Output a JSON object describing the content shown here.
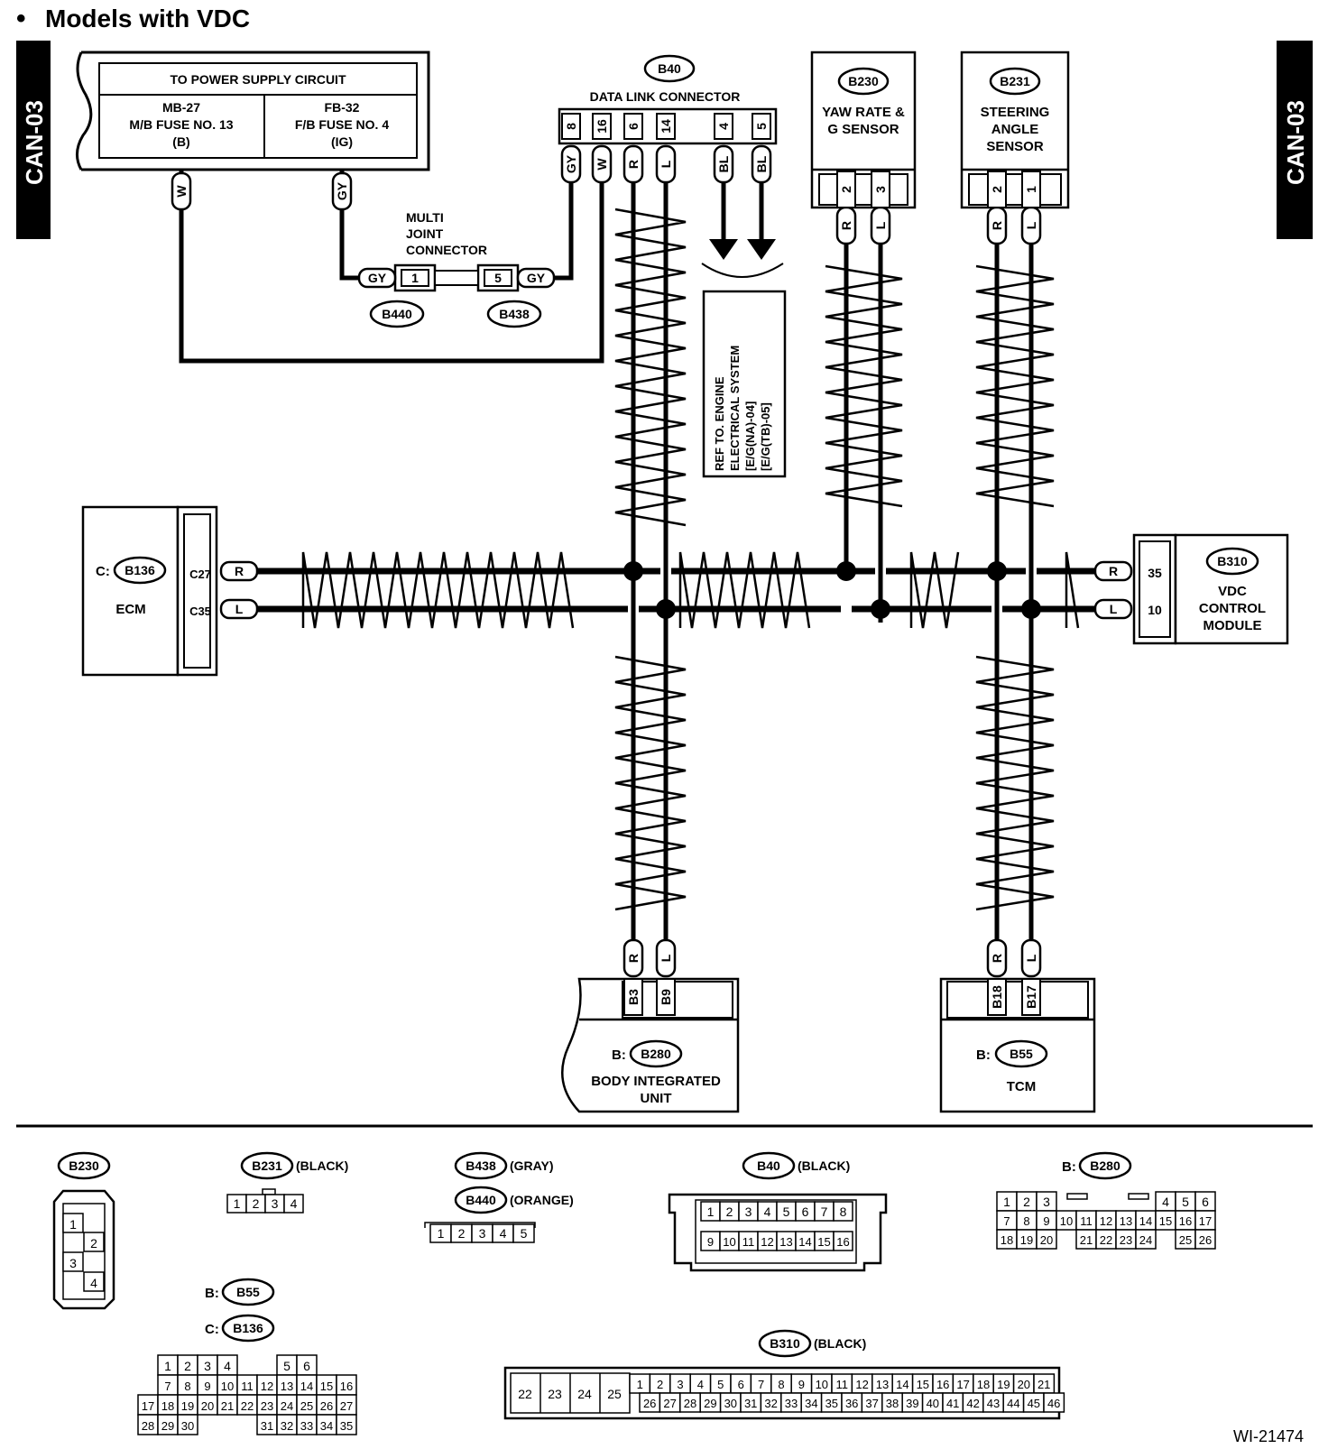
{
  "title": "Models with VDC",
  "bullet": "•",
  "side_tab": "CAN-03",
  "figure_id": "WI-21474",
  "power": {
    "header": "TO POWER SUPPLY CIRCUIT",
    "left": [
      "MB-27",
      "M/B FUSE NO. 13",
      "(B)"
    ],
    "right": [
      "FB-32",
      "F/B FUSE NO. 4",
      "(IG)"
    ]
  },
  "wires": {
    "W": "W",
    "GY": "GY",
    "R": "R",
    "L": "L",
    "BL": "BL"
  },
  "joint": {
    "label": [
      "MULTI",
      "JOINT",
      "CONNECTOR"
    ],
    "pin_left": "1",
    "pin_right": "5",
    "conn_left": "B440",
    "conn_right": "B438"
  },
  "dlc": {
    "id": "B40",
    "label": "DATA LINK CONNECTOR",
    "pins": [
      "8",
      "16",
      "6",
      "14",
      "4",
      "5"
    ]
  },
  "ref_note": [
    "REF TO. ENGINE",
    "ELECTRICAL SYSTEM",
    "[E/G(NA)-04]",
    "[E/G(TB)-05]"
  ],
  "yaw": {
    "id": "B230",
    "label": [
      "YAW RATE &",
      "G SENSOR"
    ],
    "pins": [
      "2",
      "3"
    ]
  },
  "steer": {
    "id": "B231",
    "label": [
      "STEERING",
      "ANGLE",
      "SENSOR"
    ],
    "pins": [
      "2",
      "1"
    ]
  },
  "ecm": {
    "prefix": "C:",
    "id": "B136",
    "label": "ECM",
    "pins": [
      "C27",
      "C35"
    ]
  },
  "vdc": {
    "id": "B310",
    "label": [
      "VDC",
      "CONTROL",
      "MODULE"
    ],
    "pins": [
      "35",
      "10"
    ]
  },
  "biu": {
    "prefix": "B:",
    "id": "B280",
    "label": [
      "BODY INTEGRATED",
      "UNIT"
    ],
    "pins": [
      "B3",
      "B9"
    ]
  },
  "tcm": {
    "prefix": "B:",
    "id": "B55",
    "label": "TCM",
    "pins": [
      "B18",
      "B17"
    ]
  },
  "legend": {
    "b230": {
      "id": "B230",
      "pins": [
        "1",
        "2",
        "3",
        "4"
      ]
    },
    "b231": {
      "id": "B231",
      "color": "(BLACK)",
      "pins": [
        "1",
        "2",
        "3",
        "4"
      ]
    },
    "b438": {
      "id": "B438",
      "color": "(GRAY)"
    },
    "b440": {
      "id": "B440",
      "color": "(ORANGE)",
      "pins": [
        "1",
        "2",
        "3",
        "4",
        "5"
      ]
    },
    "b40": {
      "id": "B40",
      "color": "(BLACK)",
      "row1": [
        "1",
        "2",
        "3",
        "4",
        "5",
        "6",
        "7",
        "8"
      ],
      "row2": [
        "9",
        "10",
        "11",
        "12",
        "13",
        "14",
        "15",
        "16"
      ]
    },
    "b280": {
      "prefix": "B:",
      "id": "B280",
      "row1": [
        "1",
        "2",
        "3",
        "",
        "",
        "",
        "",
        "",
        "4",
        "5",
        "6"
      ],
      "row2": [
        "7",
        "8",
        "9",
        "10",
        "11",
        "12",
        "13",
        "14",
        "15",
        "16",
        "17"
      ],
      "row3": [
        "18",
        "19",
        "20",
        "",
        "21",
        "22",
        "23",
        "24",
        "",
        "25",
        "26"
      ]
    },
    "b55": {
      "prefix": "B:",
      "id": "B55"
    },
    "b136": {
      "prefix": "C:",
      "id": "B136",
      "row1": [
        "",
        "1",
        "2",
        "3",
        "4",
        "",
        "",
        "5",
        "6"
      ],
      "row2": [
        "",
        "7",
        "8",
        "9",
        "10",
        "11",
        "12",
        "13",
        "14",
        "15",
        "16"
      ],
      "row3": [
        "17",
        "18",
        "19",
        "20",
        "21",
        "22",
        "23",
        "24",
        "25",
        "26",
        "27"
      ],
      "row4": [
        "28",
        "29",
        "30",
        "",
        "",
        "",
        "31",
        "32",
        "33",
        "34",
        "35"
      ]
    },
    "b310": {
      "id": "B310",
      "color": "(BLACK)",
      "left": [
        "22",
        "23",
        "24",
        "25"
      ],
      "row1": [
        "1",
        "2",
        "3",
        "4",
        "5",
        "6",
        "7",
        "8",
        "9",
        "10",
        "11",
        "12",
        "13",
        "14",
        "15",
        "16",
        "17",
        "18",
        "19",
        "20",
        "21"
      ],
      "row2": [
        "26",
        "27",
        "28",
        "29",
        "30",
        "31",
        "32",
        "33",
        "34",
        "35",
        "36",
        "37",
        "38",
        "39",
        "40",
        "41",
        "42",
        "43",
        "44",
        "45",
        "46"
      ]
    }
  }
}
